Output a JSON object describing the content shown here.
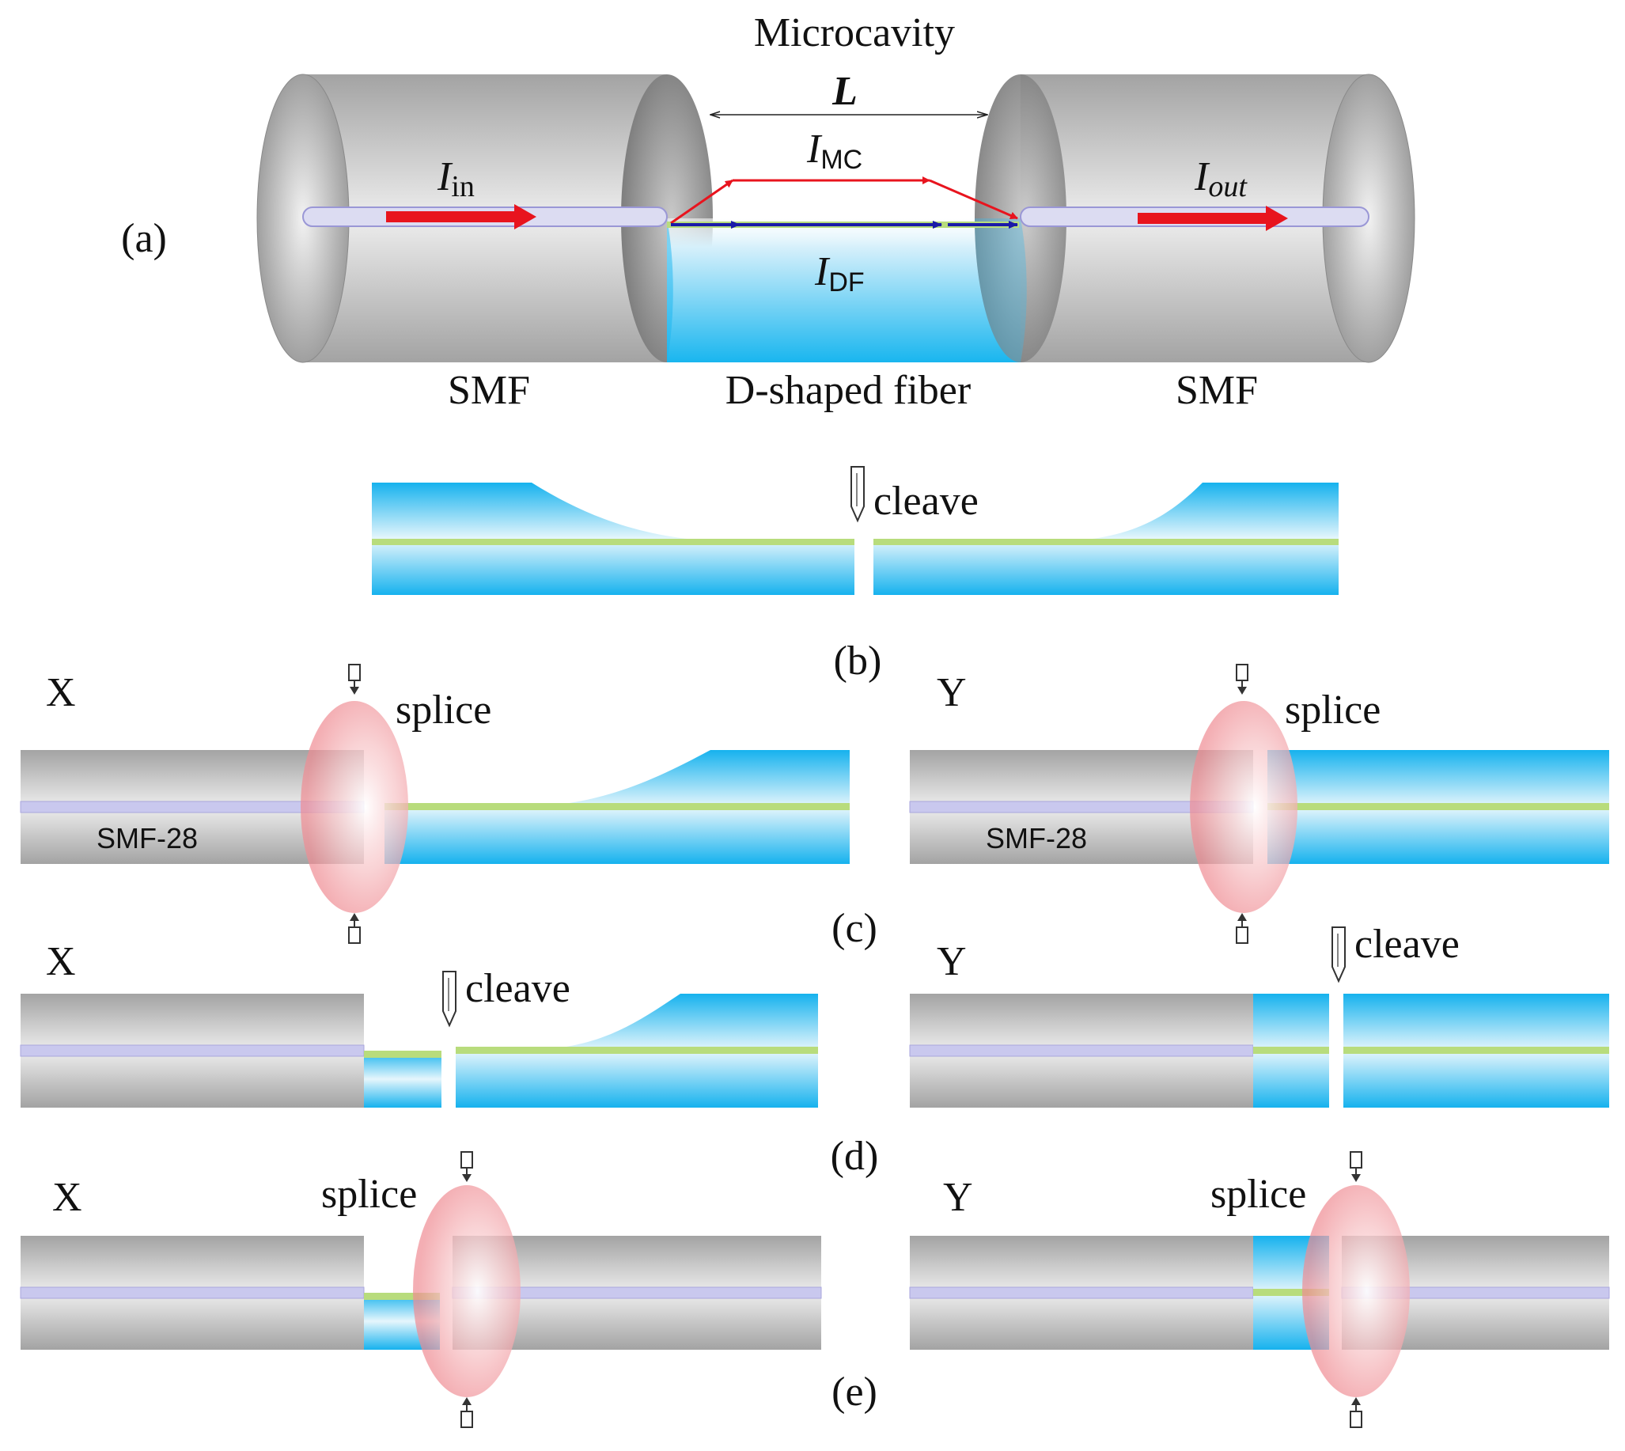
{
  "colors": {
    "smf_dark": "#9e9e9e",
    "smf_light": "#e8e8e8",
    "df_blue": "#16b2ee",
    "df_light": "#e6f6fc",
    "core_purple": "#a9a6dc",
    "core_green": "#b8dc7c",
    "arrow_red": "#e8141e",
    "arrow_blue": "#1a1aa8",
    "splice_pink": "#f3a3a8"
  },
  "panel_a": {
    "label": "(a)",
    "microcavity": "Microcavity",
    "length_symbol": "L",
    "i_in": {
      "symbol": "I",
      "sub": "in"
    },
    "i_mc": {
      "symbol": "I",
      "sub": "MC"
    },
    "i_df": {
      "symbol": "I",
      "sub": "DF"
    },
    "i_out": {
      "symbol": "I",
      "sub": "out"
    },
    "smf_left": "SMF",
    "d_fiber": "D-shaped fiber",
    "smf_right": "SMF"
  },
  "panel_b": {
    "label": "(b)",
    "cleave": "cleave"
  },
  "panel_c": {
    "label": "(c)",
    "x": "X",
    "y": "Y",
    "splice_x": "splice",
    "splice_y": "splice",
    "smf28_x": "SMF-28",
    "smf28_y": "SMF-28"
  },
  "panel_d": {
    "label": "(d)",
    "x": "X",
    "y": "Y",
    "cleave_x": "cleave",
    "cleave_y": "cleave"
  },
  "panel_e": {
    "label": "(e)",
    "x": "X",
    "y": "Y",
    "splice_x": "splice",
    "splice_y": "splice"
  }
}
